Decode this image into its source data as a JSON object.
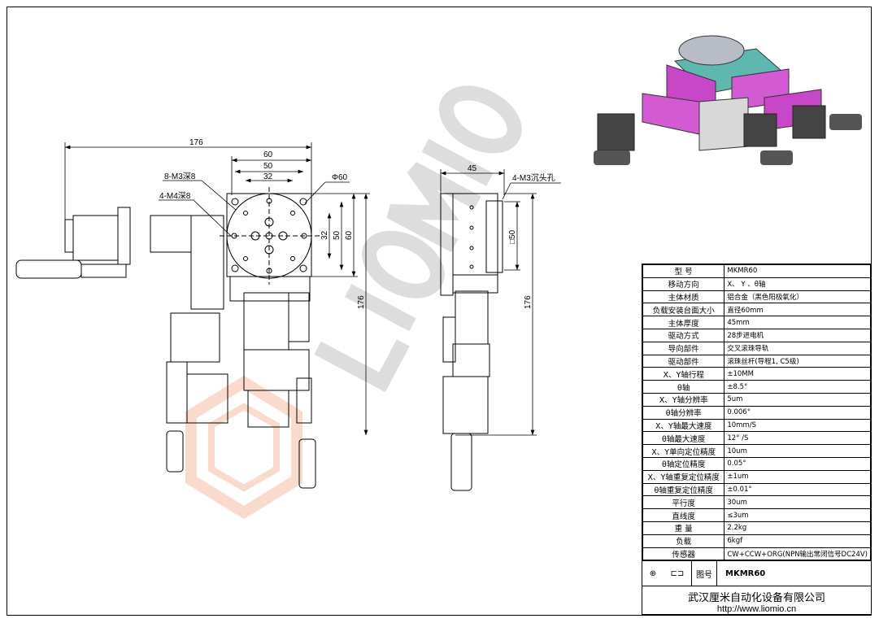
{
  "front_view": {
    "dims": {
      "overall_width": "176",
      "plate_60": "60",
      "holes_50": "50",
      "holes_32": "32",
      "diameter": "Φ60",
      "v32": "32",
      "v50": "50",
      "v60": "60",
      "height": "176"
    },
    "callouts": {
      "m3": "8-M3深8",
      "m4": "4-M4深8"
    }
  },
  "side_view": {
    "dims": {
      "thickness": "45",
      "square": "□50",
      "height": "176"
    },
    "callouts": {
      "m3": "4-M3沉头孔"
    }
  },
  "watermark": "LIOMIO",
  "specs": [
    {
      "k": "型 号",
      "v": "MKMR60"
    },
    {
      "k": "移动方向",
      "v": "X、 Y 、θ轴"
    },
    {
      "k": "主体材质",
      "v": "铝合金（黑色阳极氧化）"
    },
    {
      "k": "负载安装台面大小",
      "v": "直径60mm"
    },
    {
      "k": "主体厚度",
      "v": "45mm"
    },
    {
      "k": "驱动方式",
      "v": "28步进电机"
    },
    {
      "k": "导向部件",
      "v": "交叉滚珠导轨"
    },
    {
      "k": "驱动部件",
      "v": "滚珠丝杆(导程1, C5级)"
    },
    {
      "k": "X、Y轴行程",
      "v": "±10MM"
    },
    {
      "k": "θ轴",
      "v": "±8.5°"
    },
    {
      "k": "X、Y轴分辨率",
      "v": "5um"
    },
    {
      "k": "θ轴分辨率",
      "v": "0.006°"
    },
    {
      "k": "X、Y轴最大速度",
      "v": "10mm/S"
    },
    {
      "k": "θ轴最大速度",
      "v": "12° /S"
    },
    {
      "k": "X、Y单向定位精度",
      "v": "10um"
    },
    {
      "k": "θ轴定位精度",
      "v": "0.05°"
    },
    {
      "k": "X、Y轴重复定位精度",
      "v": "±1um"
    },
    {
      "k": "θ轴重复定位精度",
      "v": "±0.01°"
    },
    {
      "k": "平行度",
      "v": "30um"
    },
    {
      "k": "直线度",
      "v": "≤3um"
    },
    {
      "k": "重 量",
      "v": "2.2kg"
    },
    {
      "k": "负载",
      "v": "6kgf"
    },
    {
      "k": "传感器",
      "v": "CW+CCW+ORG(NPN输出常闭信号DC24V)"
    }
  ],
  "drawing_no": {
    "label": "图号",
    "value": "MKMR60"
  },
  "company": {
    "name": "武汉厘米自动化设备有限公司",
    "url": "http://www.liomio.cn"
  }
}
